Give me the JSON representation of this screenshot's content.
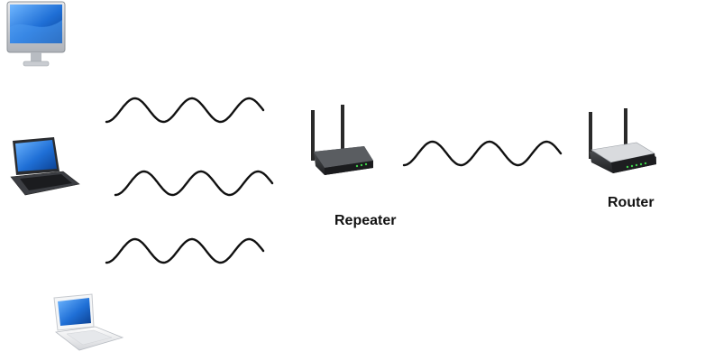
{
  "labels": {
    "repeater": "Repeater",
    "router": "Router"
  },
  "devices": [
    {
      "id": "desktop",
      "icon": "desktop-monitor-icon"
    },
    {
      "id": "laptop",
      "icon": "laptop-icon"
    },
    {
      "id": "white-laptop",
      "icon": "white-laptop-icon"
    },
    {
      "id": "repeater",
      "icon": "wireless-repeater-icon"
    },
    {
      "id": "router",
      "icon": "wireless-router-icon"
    }
  ],
  "links": [
    {
      "from": "desktop",
      "to": "repeater",
      "type": "wireless"
    },
    {
      "from": "laptop",
      "to": "repeater",
      "type": "wireless"
    },
    {
      "from": "white-laptop",
      "to": "repeater",
      "type": "wireless"
    },
    {
      "from": "repeater",
      "to": "router",
      "type": "wireless"
    }
  ],
  "colors": {
    "wave": "#111111",
    "router_body": "#2b2b2b",
    "router_led": "#3ecf4a",
    "screen_blue": "#1f6fd6"
  }
}
